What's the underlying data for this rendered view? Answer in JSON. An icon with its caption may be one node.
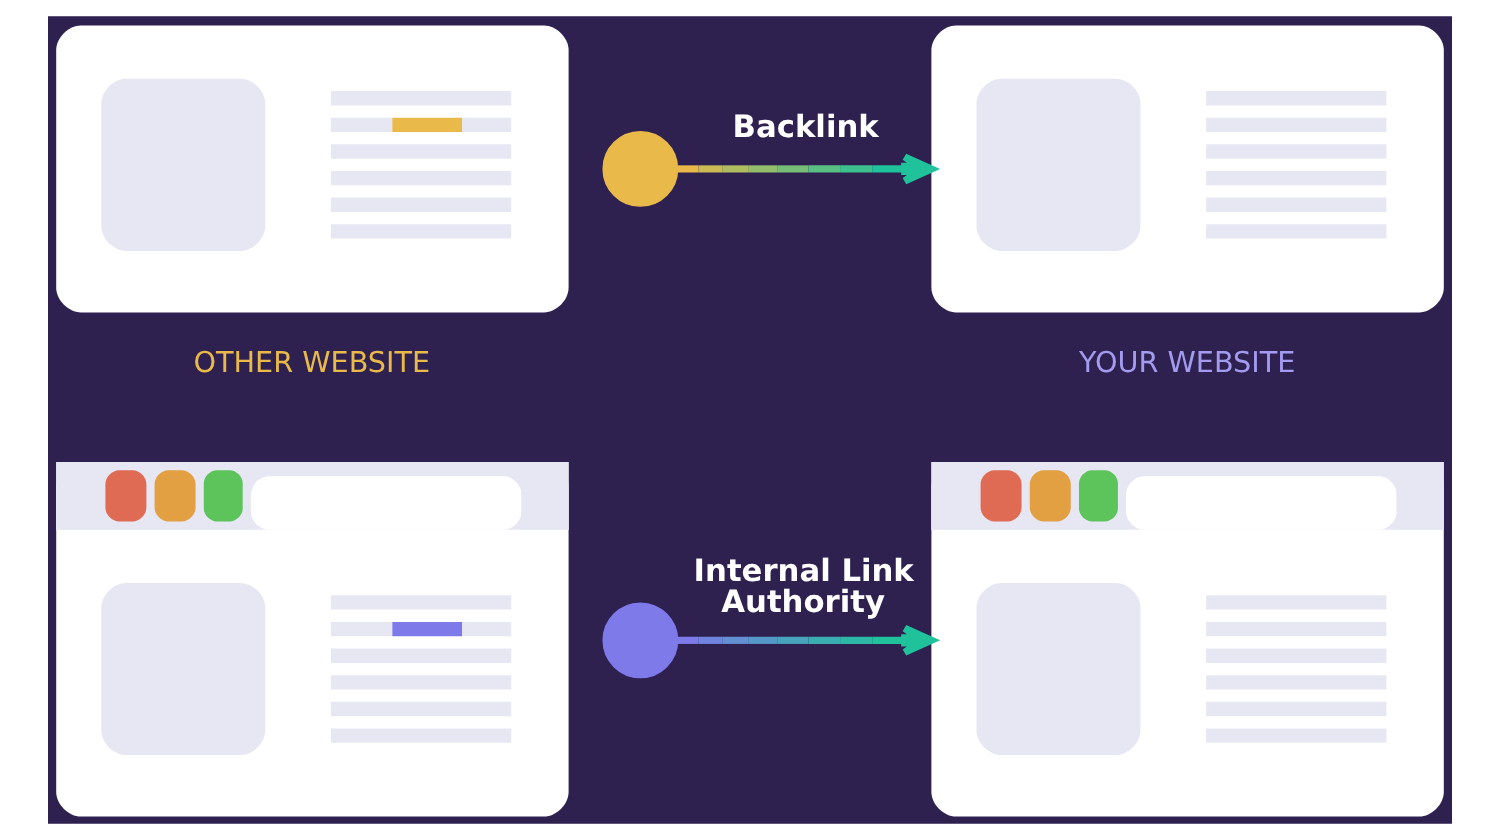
{
  "diagram": {
    "nodes": [
      {
        "text": [],
        "shape": "picture",
        "beside": [
          "OTHER WEBSITE"
        ]
      },
      {
        "text": [],
        "shape": "circle"
      },
      {
        "text": [],
        "shape": "picture",
        "beside": [
          "YOUR WEBSITE"
        ]
      },
      {
        "text": [],
        "shape": "picture"
      },
      {
        "text": [],
        "shape": "circle"
      },
      {
        "text": [],
        "shape": "picture"
      }
    ],
    "edges": [
      {
        "from": 1,
        "to": 2,
        "arrow": "to",
        "label": "Backlink"
      },
      {
        "from": 4,
        "to": 5,
        "arrow": "to",
        "label": "Internal Link Authority"
      }
    ]
  }
}
